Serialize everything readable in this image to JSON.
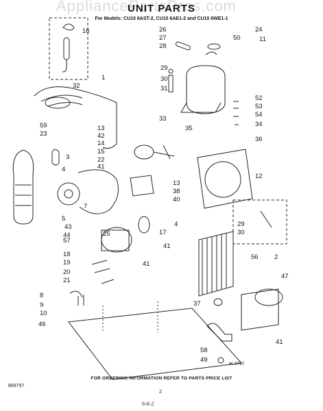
{
  "header": {
    "title": "UNIT PARTS",
    "subtitle": "For Models: CU10 6AST-2, CU10 6AE1-2 and CU10 6WE1-1",
    "watermark": "AppliancePartsPros.com"
  },
  "callouts": [
    "1",
    "2",
    "3",
    "4",
    "5",
    "7",
    "8",
    "9",
    "10",
    "11",
    "12",
    "13",
    "14",
    "15",
    "16",
    "17",
    "18",
    "19",
    "20",
    "21",
    "22",
    "23",
    "24",
    "25",
    "26",
    "27",
    "28",
    "29",
    "30",
    "31",
    "32",
    "33",
    "34",
    "35",
    "36",
    "37",
    "38",
    "40",
    "41",
    "42",
    "43",
    "44",
    "46",
    "47",
    "49",
    "50",
    "52",
    "53",
    "54",
    "56",
    "57",
    "58",
    "59"
  ],
  "footer": {
    "ordering_note": "FOR ORDERING INFORMATION REFER TO PARTS PRICE LIST",
    "code": "869797",
    "page_number": "2",
    "illustration_id": "IK 9797",
    "bottom_mark": "6-6-2"
  }
}
